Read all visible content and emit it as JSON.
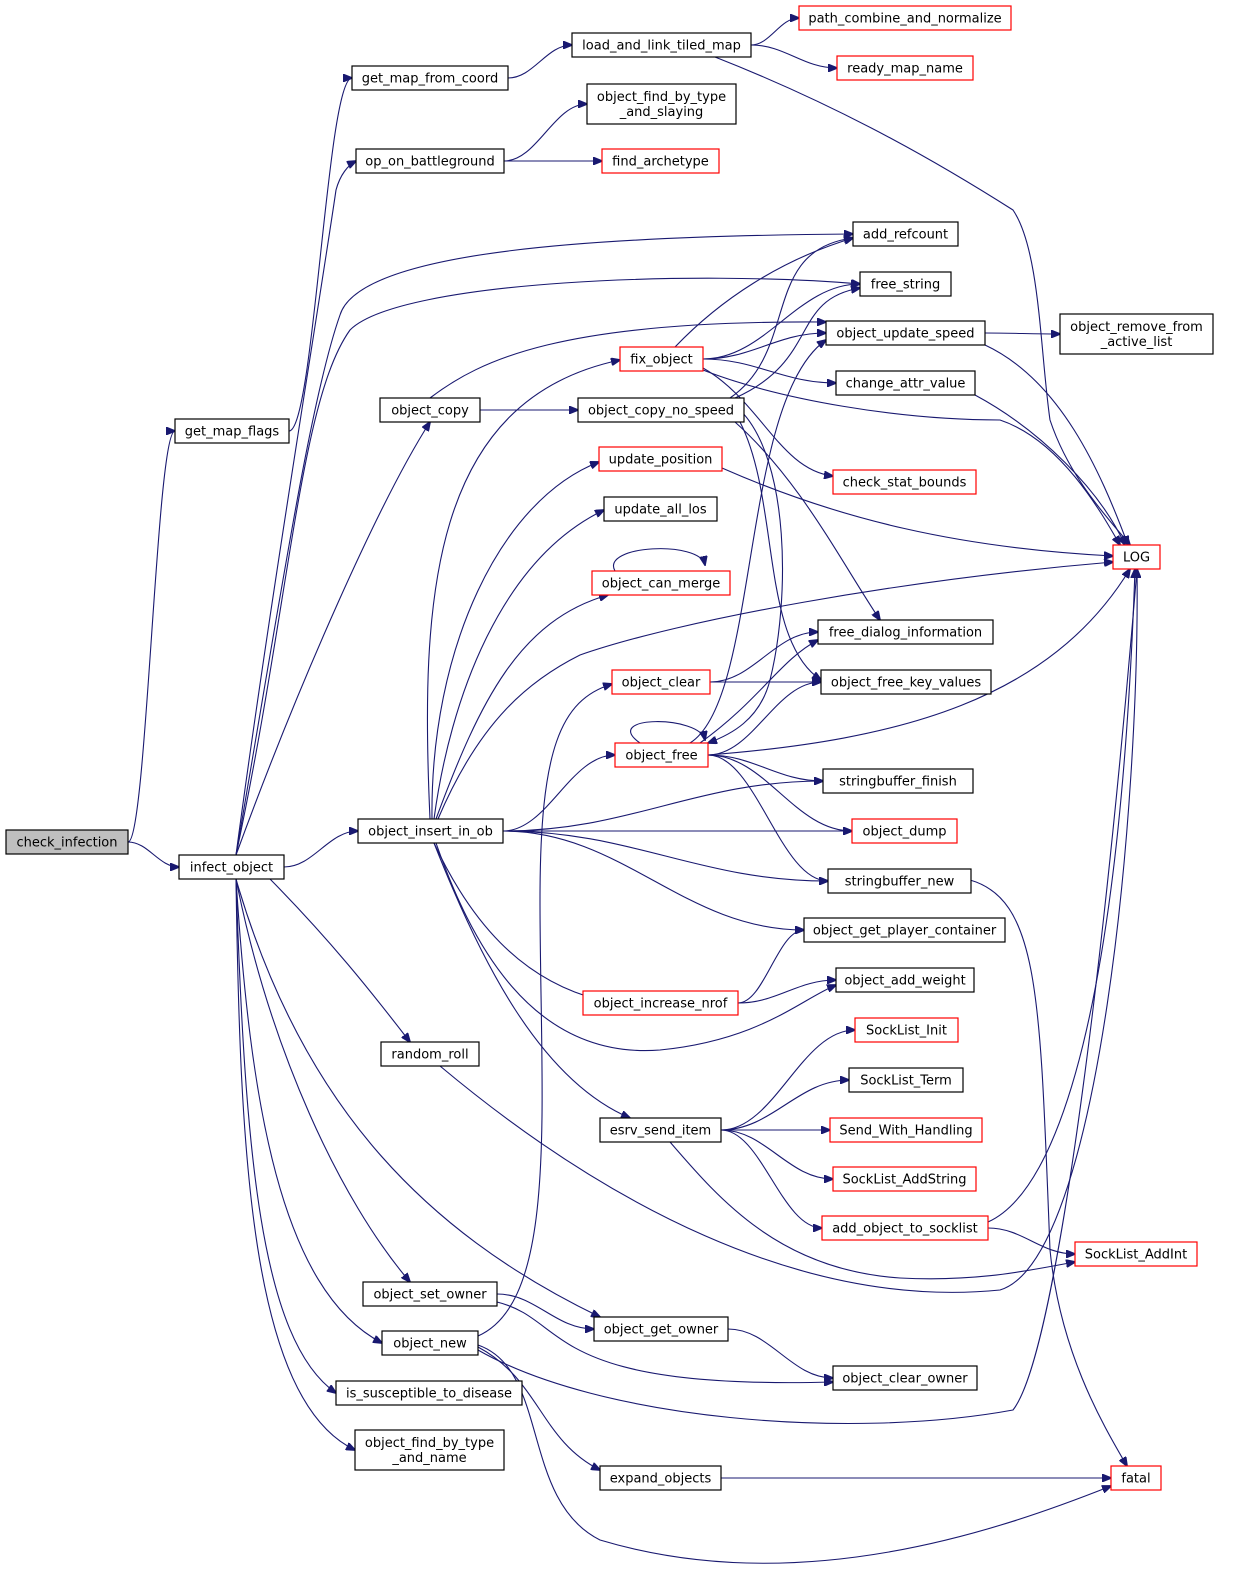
{
  "colors": {
    "edge": "#191970",
    "node_border_normal": "#000000",
    "node_border_undocumented": "#ff0000",
    "root_fill": "#bfbfbf",
    "node_fill": "#ffffff"
  },
  "nodes": {
    "check_infection": {
      "lines": [
        "check_infection"
      ],
      "style": "root"
    },
    "infect_object": {
      "lines": [
        "infect_object"
      ],
      "style": "normal"
    },
    "get_map_flags": {
      "lines": [
        "get_map_flags"
      ],
      "style": "normal"
    },
    "get_map_from_coord": {
      "lines": [
        "get_map_from_coord"
      ],
      "style": "normal"
    },
    "load_and_link_tiled_map": {
      "lines": [
        "load_and_link_tiled_map"
      ],
      "style": "normal"
    },
    "path_combine_and_normalize": {
      "lines": [
        "path_combine_and_normalize"
      ],
      "style": "red"
    },
    "ready_map_name": {
      "lines": [
        "ready_map_name"
      ],
      "style": "red"
    },
    "object_find_by_type_and_slaying": {
      "lines": [
        "object_find_by_type",
        "_and_slaying"
      ],
      "style": "normal"
    },
    "op_on_battleground": {
      "lines": [
        "op_on_battleground"
      ],
      "style": "normal"
    },
    "find_archetype": {
      "lines": [
        "find_archetype"
      ],
      "style": "red"
    },
    "add_refcount": {
      "lines": [
        "add_refcount"
      ],
      "style": "normal"
    },
    "free_string": {
      "lines": [
        "free_string"
      ],
      "style": "normal"
    },
    "object_update_speed": {
      "lines": [
        "object_update_speed"
      ],
      "style": "normal"
    },
    "object_remove_from_active_list": {
      "lines": [
        "object_remove_from",
        "_active_list"
      ],
      "style": "normal"
    },
    "fix_object": {
      "lines": [
        "fix_object"
      ],
      "style": "red"
    },
    "change_attr_value": {
      "lines": [
        "change_attr_value"
      ],
      "style": "normal"
    },
    "object_copy": {
      "lines": [
        "object_copy"
      ],
      "style": "normal"
    },
    "object_copy_no_speed": {
      "lines": [
        "object_copy_no_speed"
      ],
      "style": "normal"
    },
    "update_position": {
      "lines": [
        "update_position"
      ],
      "style": "red"
    },
    "check_stat_bounds": {
      "lines": [
        "check_stat_bounds"
      ],
      "style": "red"
    },
    "update_all_los": {
      "lines": [
        "update_all_los"
      ],
      "style": "normal"
    },
    "LOG": {
      "lines": [
        "LOG"
      ],
      "style": "red"
    },
    "object_can_merge": {
      "lines": [
        "object_can_merge"
      ],
      "style": "red"
    },
    "free_dialog_information": {
      "lines": [
        "free_dialog_information"
      ],
      "style": "normal"
    },
    "object_clear": {
      "lines": [
        "object_clear"
      ],
      "style": "red"
    },
    "object_free_key_values": {
      "lines": [
        "object_free_key_values"
      ],
      "style": "normal"
    },
    "object_free": {
      "lines": [
        "object_free"
      ],
      "style": "red"
    },
    "stringbuffer_finish": {
      "lines": [
        "stringbuffer_finish"
      ],
      "style": "normal"
    },
    "object_insert_in_ob": {
      "lines": [
        "object_insert_in_ob"
      ],
      "style": "normal"
    },
    "object_dump": {
      "lines": [
        "object_dump"
      ],
      "style": "red"
    },
    "stringbuffer_new": {
      "lines": [
        "stringbuffer_new"
      ],
      "style": "normal"
    },
    "object_get_player_container": {
      "lines": [
        "object_get_player_container"
      ],
      "style": "normal"
    },
    "object_add_weight": {
      "lines": [
        "object_add_weight"
      ],
      "style": "normal"
    },
    "object_increase_nrof": {
      "lines": [
        "object_increase_nrof"
      ],
      "style": "red"
    },
    "SockList_Init": {
      "lines": [
        "SockList_Init"
      ],
      "style": "red"
    },
    "random_roll": {
      "lines": [
        "random_roll"
      ],
      "style": "normal"
    },
    "SockList_Term": {
      "lines": [
        "SockList_Term"
      ],
      "style": "normal"
    },
    "esrv_send_item": {
      "lines": [
        "esrv_send_item"
      ],
      "style": "normal"
    },
    "Send_With_Handling": {
      "lines": [
        "Send_With_Handling"
      ],
      "style": "red"
    },
    "SockList_AddString": {
      "lines": [
        "SockList_AddString"
      ],
      "style": "red"
    },
    "add_object_to_socklist": {
      "lines": [
        "add_object_to_socklist"
      ],
      "style": "red"
    },
    "SockList_AddInt": {
      "lines": [
        "SockList_AddInt"
      ],
      "style": "red"
    },
    "object_set_owner": {
      "lines": [
        "object_set_owner"
      ],
      "style": "normal"
    },
    "object_get_owner": {
      "lines": [
        "object_get_owner"
      ],
      "style": "normal"
    },
    "object_new": {
      "lines": [
        "object_new"
      ],
      "style": "normal"
    },
    "object_clear_owner": {
      "lines": [
        "object_clear_owner"
      ],
      "style": "normal"
    },
    "is_susceptible_to_disease": {
      "lines": [
        "is_susceptible_to_disease"
      ],
      "style": "normal"
    },
    "object_find_by_type_and_name": {
      "lines": [
        "object_find_by_type",
        "_and_name"
      ],
      "style": "normal"
    },
    "expand_objects": {
      "lines": [
        "expand_objects"
      ],
      "style": "normal"
    },
    "fatal": {
      "lines": [
        "fatal"
      ],
      "style": "red"
    }
  },
  "edges": [
    [
      "check_infection",
      "get_map_flags"
    ],
    [
      "check_infection",
      "infect_object"
    ],
    [
      "get_map_flags",
      "get_map_from_coord"
    ],
    [
      "get_map_from_coord",
      "load_and_link_tiled_map"
    ],
    [
      "load_and_link_tiled_map",
      "path_combine_and_normalize"
    ],
    [
      "load_and_link_tiled_map",
      "ready_map_name"
    ],
    [
      "load_and_link_tiled_map",
      "LOG"
    ],
    [
      "infect_object",
      "op_on_battleground"
    ],
    [
      "infect_object",
      "add_refcount"
    ],
    [
      "infect_object",
      "free_string"
    ],
    [
      "infect_object",
      "object_copy"
    ],
    [
      "infect_object",
      "object_insert_in_ob"
    ],
    [
      "infect_object",
      "random_roll"
    ],
    [
      "infect_object",
      "object_get_owner"
    ],
    [
      "infect_object",
      "object_set_owner"
    ],
    [
      "infect_object",
      "object_new"
    ],
    [
      "infect_object",
      "is_susceptible_to_disease"
    ],
    [
      "infect_object",
      "object_find_by_type_and_name"
    ],
    [
      "op_on_battleground",
      "object_find_by_type_and_slaying"
    ],
    [
      "op_on_battleground",
      "find_archetype"
    ],
    [
      "object_copy",
      "object_update_speed"
    ],
    [
      "object_copy",
      "object_copy_no_speed"
    ],
    [
      "object_copy_no_speed",
      "add_refcount"
    ],
    [
      "object_copy_no_speed",
      "free_string"
    ],
    [
      "object_copy_no_speed",
      "free_dialog_information"
    ],
    [
      "object_copy_no_speed",
      "object_free_key_values"
    ],
    [
      "object_copy_no_speed",
      "object_free"
    ],
    [
      "fix_object",
      "add_refcount"
    ],
    [
      "fix_object",
      "free_string"
    ],
    [
      "fix_object",
      "object_update_speed"
    ],
    [
      "fix_object",
      "change_attr_value"
    ],
    [
      "fix_object",
      "check_stat_bounds"
    ],
    [
      "fix_object",
      "LOG"
    ],
    [
      "object_update_speed",
      "object_remove_from_active_list"
    ],
    [
      "object_update_speed",
      "LOG"
    ],
    [
      "change_attr_value",
      "LOG"
    ],
    [
      "update_position",
      "LOG"
    ],
    [
      "object_can_merge",
      "object_can_merge"
    ],
    [
      "object_clear",
      "free_dialog_information"
    ],
    [
      "object_clear",
      "object_free_key_values"
    ],
    [
      "object_free",
      "object_free"
    ],
    [
      "object_free",
      "free_dialog_information"
    ],
    [
      "object_free",
      "object_free_key_values"
    ],
    [
      "object_free",
      "object_update_speed"
    ],
    [
      "object_free",
      "LOG"
    ],
    [
      "object_free",
      "stringbuffer_finish"
    ],
    [
      "object_free",
      "object_dump"
    ],
    [
      "object_free",
      "stringbuffer_new"
    ],
    [
      "object_insert_in_ob",
      "fix_object"
    ],
    [
      "object_insert_in_ob",
      "update_position"
    ],
    [
      "object_insert_in_ob",
      "update_all_los"
    ],
    [
      "object_insert_in_ob",
      "object_can_merge"
    ],
    [
      "object_insert_in_ob",
      "LOG"
    ],
    [
      "object_insert_in_ob",
      "object_free"
    ],
    [
      "object_insert_in_ob",
      "stringbuffer_finish"
    ],
    [
      "object_insert_in_ob",
      "object_dump"
    ],
    [
      "object_insert_in_ob",
      "stringbuffer_new"
    ],
    [
      "object_insert_in_ob",
      "object_get_player_container"
    ],
    [
      "object_insert_in_ob",
      "object_increase_nrof"
    ],
    [
      "object_insert_in_ob",
      "object_add_weight"
    ],
    [
      "object_insert_in_ob",
      "esrv_send_item"
    ],
    [
      "object_increase_nrof",
      "object_get_player_container"
    ],
    [
      "object_increase_nrof",
      "object_add_weight"
    ],
    [
      "stringbuffer_new",
      "fatal"
    ],
    [
      "random_roll",
      "LOG"
    ],
    [
      "esrv_send_item",
      "SockList_Init"
    ],
    [
      "esrv_send_item",
      "SockList_Term"
    ],
    [
      "esrv_send_item",
      "Send_With_Handling"
    ],
    [
      "esrv_send_item",
      "SockList_AddString"
    ],
    [
      "esrv_send_item",
      "add_object_to_socklist"
    ],
    [
      "esrv_send_item",
      "SockList_AddInt"
    ],
    [
      "add_object_to_socklist",
      "SockList_AddInt"
    ],
    [
      "add_object_to_socklist",
      "LOG"
    ],
    [
      "object_set_owner",
      "object_get_owner"
    ],
    [
      "object_set_owner",
      "object_clear_owner"
    ],
    [
      "object_get_owner",
      "object_clear_owner"
    ],
    [
      "object_new",
      "object_clear"
    ],
    [
      "object_new",
      "LOG"
    ],
    [
      "object_new",
      "expand_objects"
    ],
    [
      "object_new",
      "fatal"
    ],
    [
      "expand_objects",
      "fatal"
    ]
  ]
}
